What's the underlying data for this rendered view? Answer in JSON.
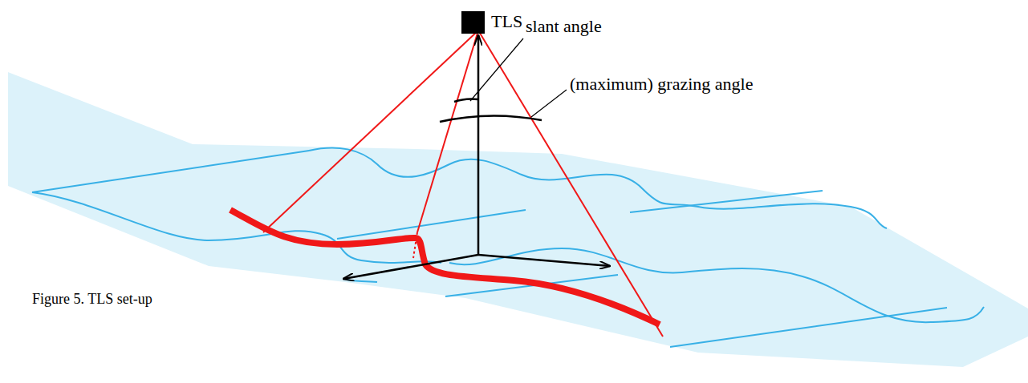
{
  "diagram": {
    "caption": "Figure 5. TLS set-up",
    "labels": [
      "TLS",
      "slant angle",
      "(maximum) grazing angle"
    ]
  }
}
